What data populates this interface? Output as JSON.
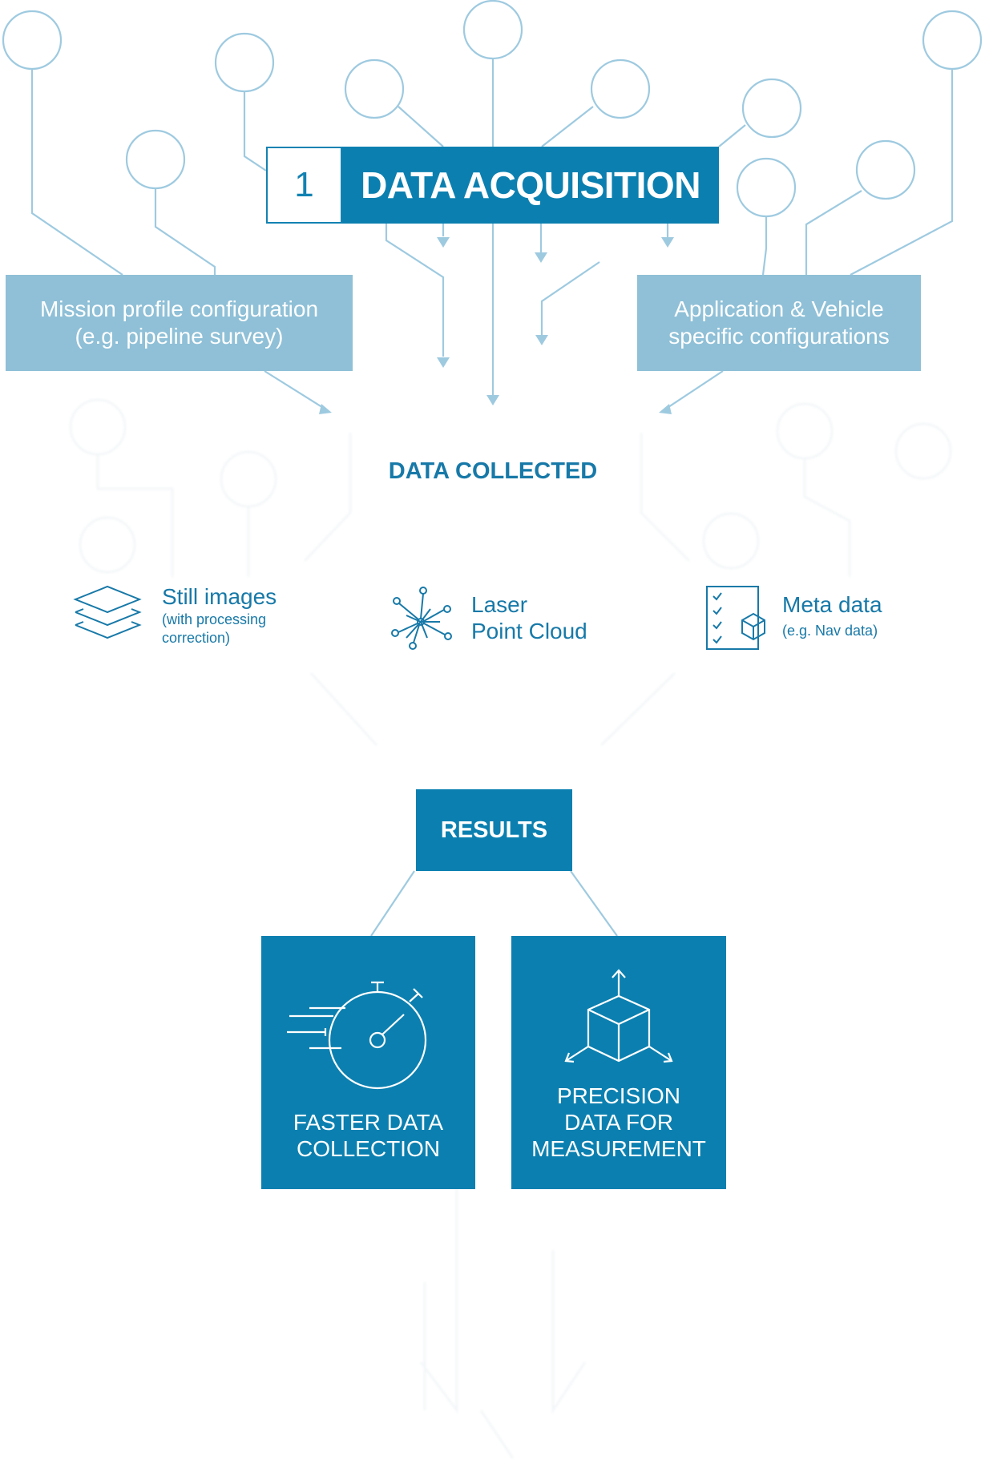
{
  "step": {
    "number": "1",
    "title": "DATA ACQUISITION"
  },
  "configurations": {
    "left": {
      "line1": "Mission profile configuration",
      "line2": "(e.g. pipeline survey)"
    },
    "right": {
      "line1": "Application & Vehicle",
      "line2": "specific configurations"
    }
  },
  "data_collected": {
    "heading": "DATA COLLECTED",
    "items": [
      {
        "title": "Still images",
        "sub1": "(with processing",
        "sub2": "correction)",
        "icon": "layers-icon"
      },
      {
        "title1": "Laser",
        "title2": "Point Cloud",
        "icon": "point-cloud-icon"
      },
      {
        "title": "Meta data",
        "sub": "(e.g. Nav data)",
        "icon": "checklist-cube-icon"
      }
    ]
  },
  "results": {
    "heading": "RESULTS",
    "cards": [
      {
        "line1": "FASTER DATA",
        "line2": "COLLECTION",
        "icon": "stopwatch-icon"
      },
      {
        "line1": "PRECISION",
        "line2": "DATA FOR",
        "line3": "MEASUREMENT",
        "icon": "3d-cube-axes-icon"
      }
    ]
  },
  "colors": {
    "primary": "#0b80b0",
    "light": "#8fc0d7",
    "line": "#9ecae0",
    "text": "#1779a8"
  }
}
